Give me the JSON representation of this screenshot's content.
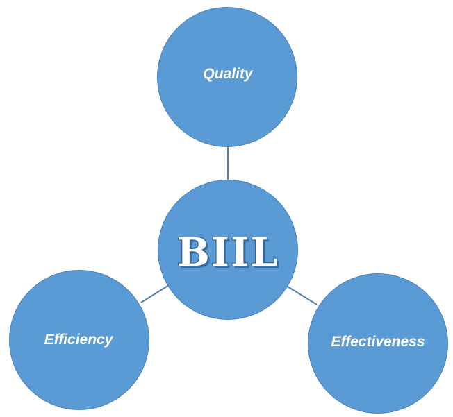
{
  "diagram": {
    "center": {
      "label": "BIIL"
    },
    "nodes": [
      {
        "label": "Quality"
      },
      {
        "label": "Efficiency"
      },
      {
        "label": "Effectiveness"
      }
    ]
  },
  "colors": {
    "node_fill": "#5b9bd5",
    "node_border": "#4a7fb4",
    "connector": "#4f7fb0",
    "text": "#ffffff"
  }
}
